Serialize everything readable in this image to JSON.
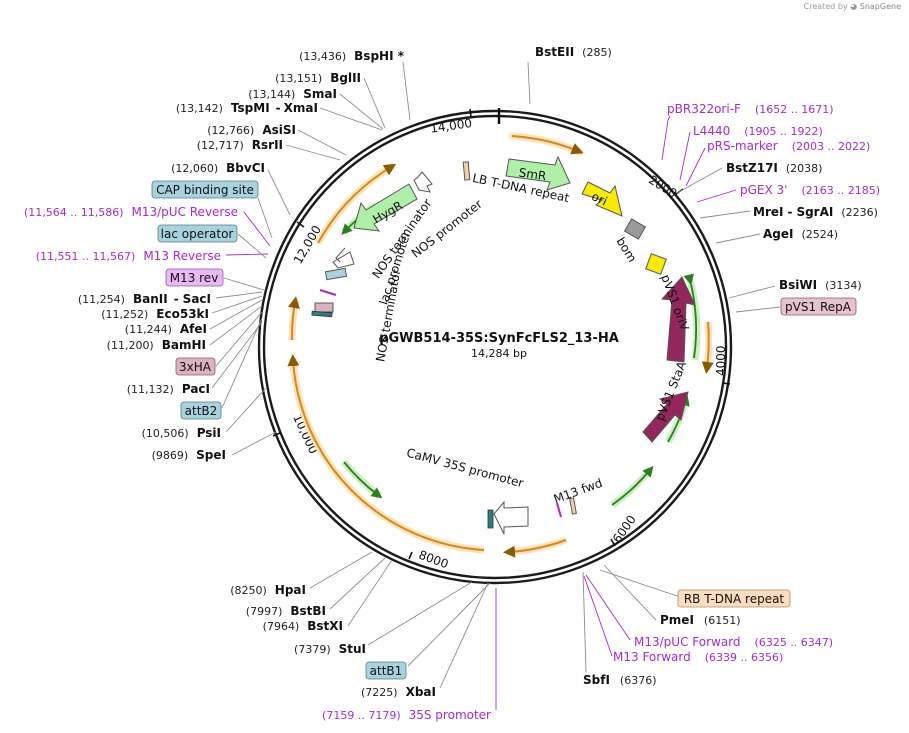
{
  "credit": {
    "prefix": "Created by",
    "brand": "SnapGene"
  },
  "plasmid": {
    "name": "pGWB514-35S:SynFcFLS2_13-HA",
    "size_label": "14,284 bp"
  },
  "ticks": [
    "2000",
    "4000",
    "6000",
    "8000",
    "10,000",
    "12,000",
    "14,000"
  ],
  "enzymes": [
    {
      "name": "BstEII",
      "coord": "(285)"
    },
    {
      "name": "BstZ17I",
      "coord": "(2038)"
    },
    {
      "name": "MreI",
      "name2": "SgrAI",
      "coord": "(2236)"
    },
    {
      "name": "AgeI",
      "coord": "(2524)"
    },
    {
      "name": "BsiWI",
      "coord": "(3134)"
    },
    {
      "name": "PmeI",
      "coord": "(6151)"
    },
    {
      "name": "SbfI",
      "coord": "(6376)"
    },
    {
      "name": "XbaI",
      "coord": "(7225)"
    },
    {
      "name": "StuI",
      "coord": "(7379)"
    },
    {
      "name": "BstXI",
      "coord": "(7964)"
    },
    {
      "name": "BstBI",
      "coord": "(7997)"
    },
    {
      "name": "HpaI",
      "coord": "(8250)"
    },
    {
      "name": "SpeI",
      "coord": "(9869)"
    },
    {
      "name": "PsiI",
      "coord": "(10,506)"
    },
    {
      "name": "PacI",
      "coord": "(11,132)"
    },
    {
      "name": "BamHI",
      "coord": "(11,200)"
    },
    {
      "name": "AfeI",
      "coord": "(11,244)"
    },
    {
      "name": "Eco53kI",
      "coord": "(11,252)"
    },
    {
      "name": "BanII",
      "name2": "SacI",
      "coord": "(11,254)"
    },
    {
      "name": "BbvCI",
      "coord": "(12,060)"
    },
    {
      "name": "RsrII",
      "coord": "(12,717)"
    },
    {
      "name": "AsiSI",
      "coord": "(12,766)"
    },
    {
      "name": "TspMI",
      "name2": "XmaI",
      "coord": "(13,142)"
    },
    {
      "name": "SmaI",
      "coord": "(13,144)"
    },
    {
      "name": "BglII",
      "coord": "(13,151)"
    },
    {
      "name": "BspHI *",
      "coord": "(13,436)"
    }
  ],
  "primers": [
    {
      "name": "pBR322ori-F",
      "coord": "(1652 .. 1671)"
    },
    {
      "name": "L4440",
      "coord": "(1905 .. 1922)"
    },
    {
      "name": "pRS-marker",
      "coord": "(2003 .. 2022)"
    },
    {
      "name": "pGEX 3'",
      "coord": "(2163 .. 2185)"
    },
    {
      "name": "M13/pUC Forward",
      "coord": "(6325 .. 6347)"
    },
    {
      "name": "M13 Forward",
      "coord": "(6339 .. 6356)"
    },
    {
      "name": "35S promoter",
      "coord": "(7159 .. 7179)"
    },
    {
      "name": "M13 Reverse",
      "coord": "(11,551 .. 11,567)"
    },
    {
      "name": "M13/pUC Reverse",
      "coord": "(11,564 .. 11,586)"
    }
  ],
  "boxed_features": [
    {
      "name": "pVS1 RepA",
      "color": "#e7c3cd"
    },
    {
      "name": "RB T-DNA repeat",
      "color": "#fbdcbf"
    },
    {
      "name": "attB1",
      "color": "#a8d3de"
    },
    {
      "name": "attB2",
      "color": "#a8d3de"
    },
    {
      "name": "3xHA",
      "color": "#dcb2c0"
    },
    {
      "name": "M13 rev",
      "color": "#e9b8f2"
    },
    {
      "name": "lac operator",
      "color": "#a8d3de"
    },
    {
      "name": "CAP binding site",
      "color": "#a8d3de"
    }
  ],
  "inner_labels": {
    "smr": "SmR",
    "ori": "ori",
    "hygr": "HygR",
    "lb": "LB T-DNA repeat",
    "nos_promoter": "NOS promoter",
    "nos_terminator": "NOS terminator",
    "nos_terminator2": "NOS terminator",
    "lac_promoter": "lac promoter",
    "bom": "bom",
    "pvs1_oriv": "pVS1 oriV",
    "pvs1_staa": "pVS1 StaA",
    "m13_fwd": "M13 fwd",
    "camv": "CaMV 35S promoter"
  },
  "colors": {
    "orf": "#f2a93b",
    "orf_glow": "#fbe3b7",
    "primer": "#a52ad1",
    "smr": "#aef0a8",
    "ori": "#f8ea00",
    "pvs1": "#93265c",
    "dna_arrow": "#2f7d22",
    "dna_glow": "#c9f0bd"
  }
}
